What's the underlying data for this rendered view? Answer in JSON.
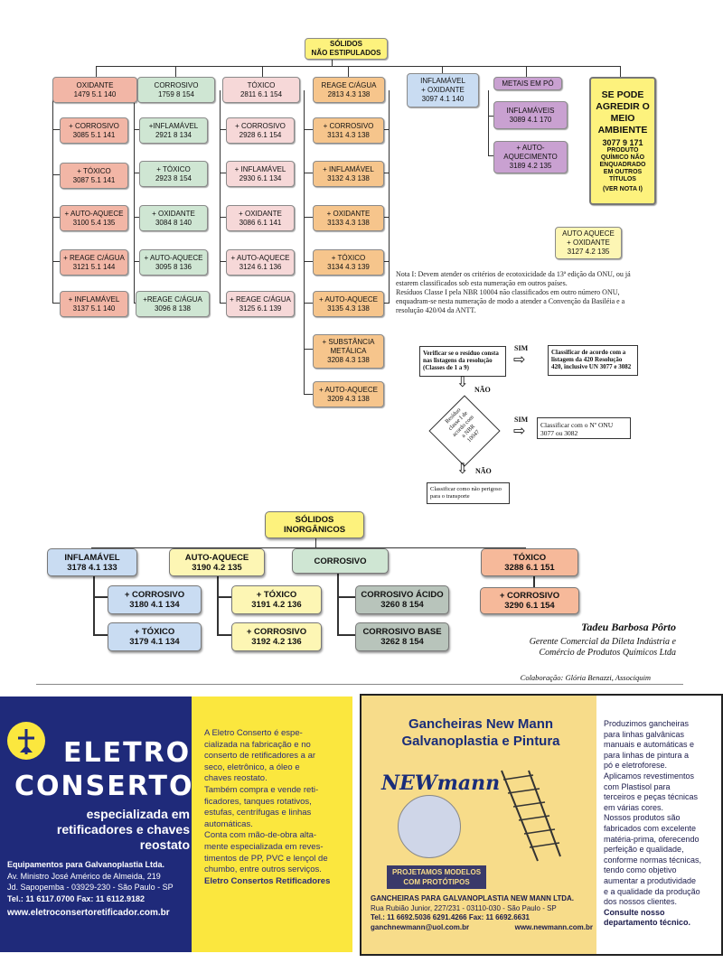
{
  "top_chart": {
    "root": {
      "line1": "SÓLIDOS",
      "line2": "NÃO ESTIPULADOS"
    },
    "columns": [
      {
        "name": "OXIDANTE",
        "code": "1479 5.1 140",
        "items": [
          {
            "name": "+ CORROSIVO",
            "code": "3085 5.1 141"
          },
          {
            "name": "+ TÓXICO",
            "code": "3087 5.1 141"
          },
          {
            "name": "+ AUTO-AQUECE",
            "code": "3100 5.4 135"
          },
          {
            "name": "+ REAGE C/ÁGUA",
            "code": "3121 5.1 144"
          },
          {
            "name": "+ INFLAMÁVEL",
            "code": "3137 5.1 140"
          }
        ]
      },
      {
        "name": "CORROSIVO",
        "code": "1759 8 154",
        "items": [
          {
            "name": "+INFLAMÁVEL",
            "code": "2921 8 134"
          },
          {
            "name": "+ TÓXICO",
            "code": "2923 8 154"
          },
          {
            "name": "+ OXIDANTE",
            "code": "3084 8 140"
          },
          {
            "name": "+ AUTO-AQUECE",
            "code": "3095 8 136"
          },
          {
            "name": "+REAGE C/ÁGUA",
            "code": "3096 8 138"
          }
        ]
      },
      {
        "name": "TÓXICO",
        "code": "2811 6.1 154",
        "items": [
          {
            "name": "+ CORROSIVO",
            "code": "2928 6.1 154"
          },
          {
            "name": "+ INFLAMÁVEL",
            "code": "2930 6.1 134"
          },
          {
            "name": "+ OXIDANTE",
            "code": "3086 6.1 141"
          },
          {
            "name": "+ AUTO-AQUECE",
            "code": "3124 6.1 136"
          },
          {
            "name": "+ REAGE C/ÁGUA",
            "code": "3125 6.1 139"
          }
        ]
      },
      {
        "name": "REAGE C/ÁGUA",
        "code": "2813 4.3 138",
        "items": [
          {
            "name": "+ CORROSIVO",
            "code": "3131 4.3 138"
          },
          {
            "name": "+ INFLAMÁVEL",
            "code": "3132 4.3 138"
          },
          {
            "name": "+ OXIDANTE",
            "code": "3133 4.3 138"
          },
          {
            "name": "+ TÓXICO",
            "code": "3134 4.3 139"
          },
          {
            "name": "+ AUTO-AQUECE",
            "code": "3135 4.3 138"
          },
          {
            "name": "+ SUBSTÂNCIA METÁLICA",
            "code": "3208 4.3 138"
          },
          {
            "name": "+ AUTO-AQUECE",
            "code": "3209 4.3 138"
          }
        ]
      }
    ],
    "inflamavel": {
      "line1": "INFLAMÁVEL",
      "line2": "+ OXIDANTE",
      "code": "3097 4.1 140"
    },
    "metais": {
      "name": "METAIS EM PÓ",
      "items": [
        {
          "name": "INFLAMÁVEIS",
          "code": "3089 4.1 170"
        },
        {
          "name": "+ AUTO-AQUECIMENTO",
          "code": "3189 4.2 135"
        }
      ]
    },
    "special": {
      "l1": "SE PODE",
      "l2": "AGREDIR O",
      "l3": "MEIO",
      "l4": "AMBIENTE",
      "code": "3077 9 171",
      "s1": "PRODUTO",
      "s2": "QUÍMICO NÃO",
      "s3": "ENQUADRADO",
      "s4": "EM OUTROS",
      "s5": "TÍTULOS",
      "s6": "(VER NOTA I)"
    },
    "auto_aquece": {
      "line1": "AUTO AQUECE",
      "line2": "+ OXIDANTE",
      "code": "3127 4.2 135"
    }
  },
  "note": {
    "l1": "Nota I: Devem atender os critérios de ecotoxicidade da 13ª edição da ONU, ou já",
    "l2": "estarem classificados sob esta numeração em outros países.",
    "l3": "Resíduos Classe I pela NBR 10004 não classificados em outro número ONU,",
    "l4": "enquadram-se nesta numeração de modo a atender a Convenção da Basiléia e a",
    "l5": "resolução 420/04 da ANTT."
  },
  "flow": {
    "check": "Verificar se o resíduo consta nas listagens da resolução (Classes de 1 a 9)",
    "sim1": "SIM",
    "classify1": "Classificar de acordo com a listagem da 420 Resolução 420, inclusive UN 3077 e 3082",
    "nao1": "NÃO",
    "diamond": {
      "l1": "Resíduo",
      "l2": "classe I de",
      "l3": "acordo com",
      "l4": "a NBR",
      "l5": "10047"
    },
    "sim2": "SIM",
    "classify2": "Classificar com o Nº ONU 3077 ou 3082",
    "nao2": "NÃO",
    "classify3": "Classificar como não perigoso para o transporte"
  },
  "inorg": {
    "root": {
      "line1": "SÓLIDOS",
      "line2": "INORGÂNICOS"
    },
    "inflamavel": {
      "name": "INFLAMÁVEL",
      "code": "3178 4.1 133"
    },
    "inflamavel_items": [
      {
        "name": "+ CORROSIVO",
        "code": "3180 4.1 134"
      },
      {
        "name": "+ TÓXICO",
        "code": "3179 4.1 134"
      }
    ],
    "auto": {
      "name": "AUTO-AQUECE",
      "code": "3190 4.2 135"
    },
    "auto_items": [
      {
        "name": "+ TÓXICO",
        "code": "3191 4.2 136"
      },
      {
        "name": "+ CORROSIVO",
        "code": "3192 4.2 136"
      }
    ],
    "corrosivo": {
      "name": "CORROSIVO"
    },
    "corrosivo_items": [
      {
        "name": "CORROSIVO ÁCIDO",
        "code": "3260 8 154"
      },
      {
        "name": "CORROSIVO BASE",
        "code": "3262 8 154"
      }
    ],
    "toxico": {
      "name": "TÓXICO",
      "code": "3288 6.1 151"
    },
    "toxico_items": [
      {
        "name": "+ CORROSIVO",
        "code": "3290 6.1 154"
      }
    ]
  },
  "author": {
    "name": "Tadeu Barbosa Pôrto",
    "role1": "Gerente Comercial da Dileta Indústria e",
    "role2": "Comércio de Produtos Químicos Ltda",
    "collab": "Colaboração: Glória Benazzi, Associquim"
  },
  "ad_eletro": {
    "brand1": "ELETRO",
    "brand2": "CONSERTO",
    "tag1": "especializada em",
    "tag2": "retificadores e chaves",
    "tag3": "reostato",
    "company": "Equipamentos para Galvanoplastia Ltda.",
    "addr1": "Av. Ministro José Américo de Almeida, 219",
    "addr2": "Jd. Sapopemba - 03929-230 - São Paulo - SP",
    "phone": "Tel.: 11 6117.0700   Fax: 11 6112.9182",
    "url": "www.eletroconsertoretificador.com.br",
    "body1": "A Eletro Conserto é espe-",
    "body2": "cializada na fabricação e no",
    "body3": "conserto de retificadores a ar",
    "body4": "seco, eletrônico, a óleo e",
    "body5": "chaves reostato.",
    "body6": "Também compra e vende reti-",
    "body7": "ficadores, tanques rotativos,",
    "body8": "estufas, centrífugas e linhas",
    "body9": "automáticas.",
    "body10": "Conta com mão-de-obra alta-",
    "body11": "mente especializada em reves-",
    "body12": "timentos de PP, PVC e lençol de",
    "body13": "chumbo, entre outros serviços.",
    "body14": "Eletro Consertos Retificadores"
  },
  "ad_newmann": {
    "title1": "Gancheiras New Mann",
    "title2": "Galvanoplastia e Pintura",
    "logo": "NEWmann",
    "banner1": "PROJETAMOS MODELOS",
    "banner2": "COM PROTÓTIPOS",
    "company": "GANCHEIRAS PARA GALVANOPLASTIA NEW MANN LTDA.",
    "addr": "Rua Rubião Junior, 227/231 - 03110-030 - São Paulo - SP",
    "phone": "Tel.: 11 6692.5036  6291.4266  Fax: 11 6692.6631",
    "email": "ganchnewmann@uol.com.br",
    "url": "www.newmann.com.br",
    "t1": "Produzimos gancheiras",
    "t2": "para linhas galvânicas",
    "t3": "manuais e automáticas e",
    "t4": "para linhas de pintura a",
    "t5": "pó e eletroforese.",
    "t6": "Aplicamos revestimentos",
    "t7": "com Plastisol para",
    "t8": "terceiros e peças técnicas",
    "t9": "em várias cores.",
    "t10": "Nossos produtos são",
    "t11": "fabricados com excelente",
    "t12": "matéria-prima, oferecendo",
    "t13": "perfeição e qualidade,",
    "t14": "conforme normas técnicas,",
    "t15": "tendo como objetivo",
    "t16": "aumentar a produtividade",
    "t17": "e a qualidade da produção",
    "t18": "dos nossos clientes.",
    "t19": "Consulte nosso",
    "t20": "departamento técnico."
  }
}
